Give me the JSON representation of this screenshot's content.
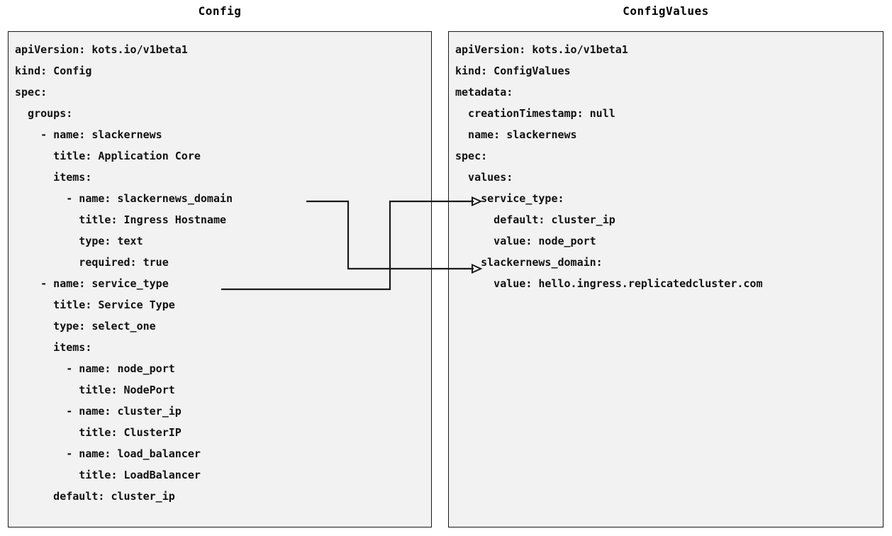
{
  "diagram": {
    "type": "yaml-mapping-diagram",
    "background_color": "#ffffff",
    "panel_fill_color": "#f2f2f2",
    "panel_border_color": "#1a1a1a",
    "text_color": "#111111",
    "connector_color": "#1a1a1a"
  },
  "left_panel": {
    "title": "Config",
    "lines": [
      "apiVersion: kots.io/v1beta1",
      "kind: Config",
      "spec:",
      "  groups:",
      "    - name: slackernews",
      "      title: Application Core",
      "      items:",
      "        - name: slackernews_domain",
      "          title: Ingress Hostname",
      "          type: text",
      "          required: true",
      "    - name: service_type",
      "      title: Service Type",
      "      type: select_one",
      "      items:",
      "        - name: node_port",
      "          title: NodePort",
      "        - name: cluster_ip",
      "          title: ClusterIP",
      "        - name: load_balancer",
      "          title: LoadBalancer",
      "      default: cluster_ip"
    ]
  },
  "right_panel": {
    "title": "ConfigValues",
    "lines": [
      "apiVersion: kots.io/v1beta1",
      "kind: ConfigValues",
      "metadata:",
      "  creationTimestamp: null",
      "  name: slackernews",
      "spec:",
      "  values:",
      "    service_type:",
      "      default: cluster_ip",
      "      value: node_port",
      "    slackernews_domain:",
      "      value: hello.ingress.replicatedcluster.com"
    ]
  },
  "connectors": [
    {
      "name": "slackernews-domain-mapping",
      "from_label": "slackernews_domain",
      "to_label": "slackernews_domain:",
      "from_line_index": 7,
      "to_line_index": 10,
      "arrowhead": "open-triangle"
    },
    {
      "name": "service-type-mapping",
      "from_label": "service_type",
      "to_label": "service_type:",
      "from_line_index": 11,
      "to_line_index": 7,
      "arrowhead": "open-triangle"
    }
  ]
}
